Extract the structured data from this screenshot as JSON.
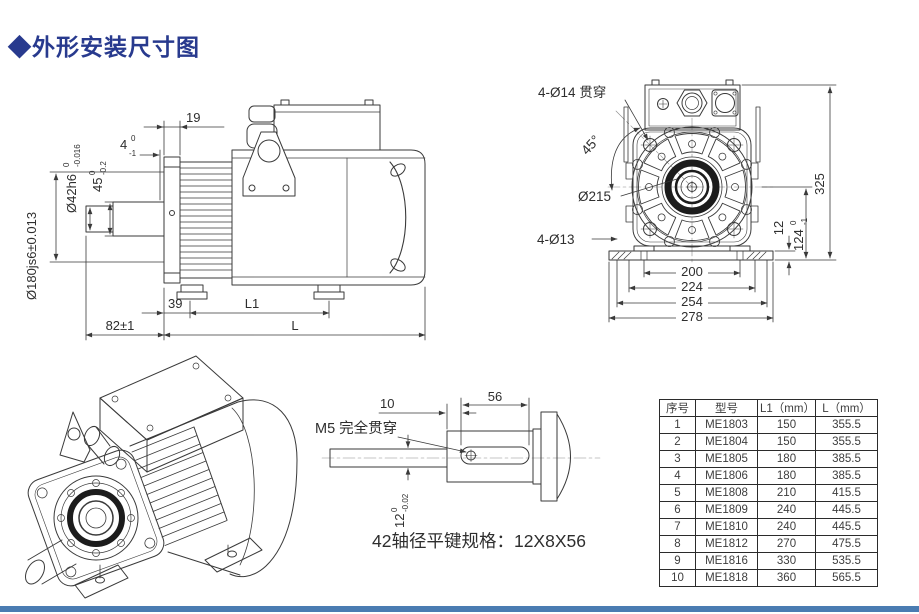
{
  "page": {
    "title": "◆外形安装尺寸图",
    "accent_color": "#283a8e",
    "line_color": "#3a3a3a",
    "footer_bar_color": "#4a7cb2"
  },
  "side_view": {
    "dims": {
      "d42": {
        "main": "Ø42h6",
        "up": "0",
        "low": "-0.016"
      },
      "d45": {
        "main": "45",
        "up": "0",
        "low": "-0.2"
      },
      "d4": {
        "main": "4",
        "up": "0",
        "low": "-1"
      },
      "d19": "19",
      "d180": "Ø180js6±0.013",
      "d39": "39",
      "d82": "82±1",
      "dL1": "L1",
      "dL": "L"
    }
  },
  "front_view": {
    "dims": {
      "holes_top": "4-Ø14 贯穿",
      "angle": "45°",
      "d215": "Ø215",
      "holes_bottom": "4-Ø13",
      "d325": "325",
      "d12": "12",
      "d124": {
        "main": "124",
        "up": "0",
        "low": "-1"
      },
      "d200": "200",
      "d224": "224",
      "d254": "254",
      "d278": "278"
    }
  },
  "shaft_view": {
    "dims": {
      "d10": "10",
      "d56": "56",
      "m5": "M5  完全贯穿",
      "d12": {
        "main": "12",
        "up": "0",
        "low": "-0.02"
      }
    },
    "caption": "42轴径平键规格：12X8X56"
  },
  "table": {
    "headers": [
      "序号",
      "型号",
      "L1（mm）",
      "L（mm）"
    ],
    "rows": [
      [
        "1",
        "ME1803",
        "150",
        "355.5"
      ],
      [
        "2",
        "ME1804",
        "150",
        "355.5"
      ],
      [
        "3",
        "ME1805",
        "180",
        "385.5"
      ],
      [
        "4",
        "ME1806",
        "180",
        "385.5"
      ],
      [
        "5",
        "ME1808",
        "210",
        "415.5"
      ],
      [
        "6",
        "ME1809",
        "240",
        "445.5"
      ],
      [
        "7",
        "ME1810",
        "240",
        "445.5"
      ],
      [
        "8",
        "ME1812",
        "270",
        "475.5"
      ],
      [
        "9",
        "ME1816",
        "330",
        "535.5"
      ],
      [
        "10",
        "ME1818",
        "360",
        "565.5"
      ]
    ]
  }
}
